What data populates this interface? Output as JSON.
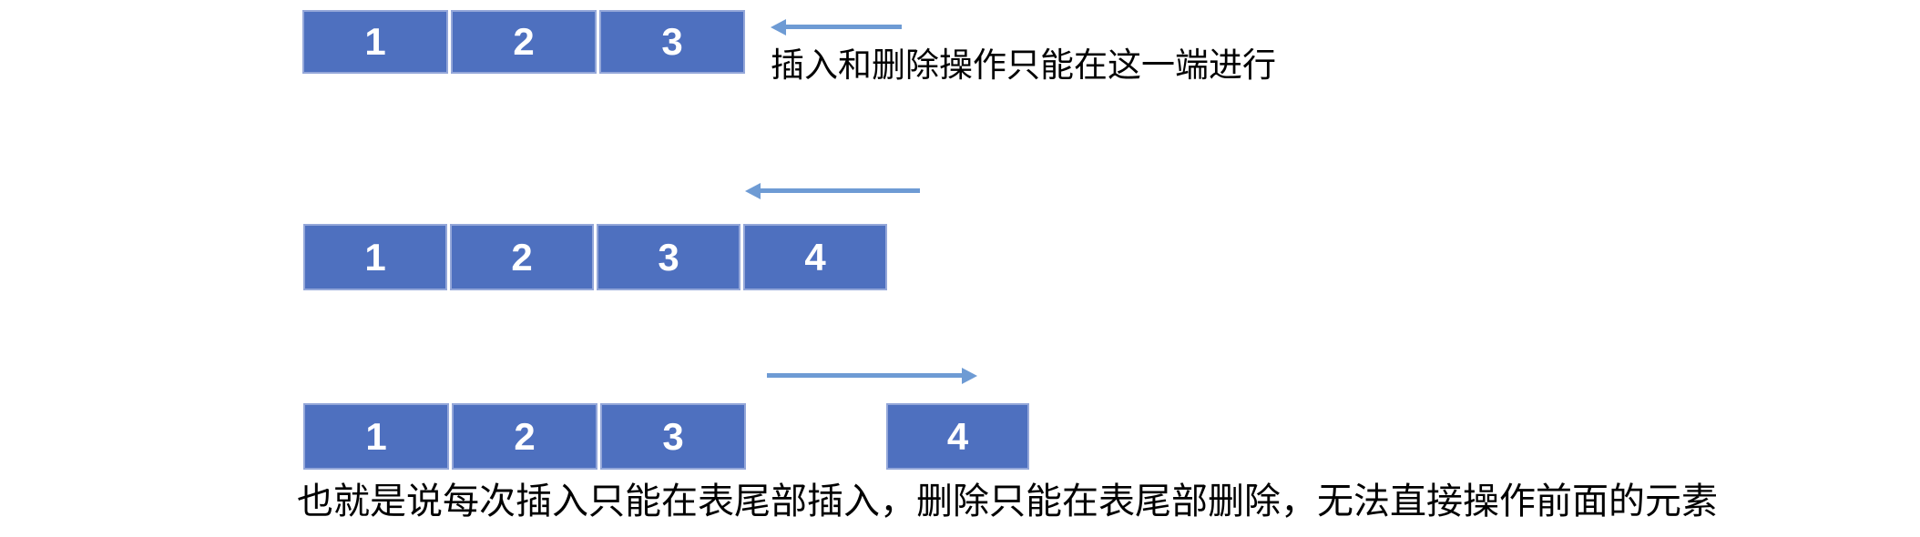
{
  "colors": {
    "background": "#FFFFFF",
    "box_fill": "#4E70BF",
    "box_border": "#94A7D9",
    "arrow": "#6E9BD4",
    "text": "#000000",
    "cell_text": "#FFFFFF"
  },
  "diagram": {
    "top_note": "插入和删除操作只能在这一端进行",
    "bottom_note": "也就是说每次插入只能在表尾部插入，删除只能在表尾部删除，无法直接操作前面的元素",
    "rows": [
      {
        "cells": [
          "1",
          "2",
          "3"
        ]
      },
      {
        "cells": [
          "1",
          "2",
          "3",
          "4"
        ]
      },
      {
        "cells": [
          "1",
          "2",
          "3"
        ],
        "detached_cell": "4"
      }
    ],
    "arrows": [
      {
        "direction": "left"
      },
      {
        "direction": "left"
      },
      {
        "direction": "right"
      }
    ]
  }
}
